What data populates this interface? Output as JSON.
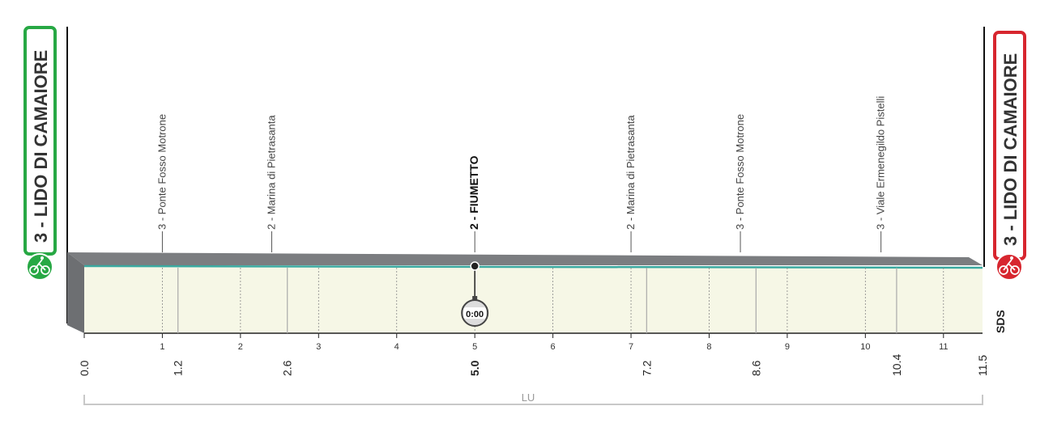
{
  "start": {
    "label": "3 - LIDO DI CAMAIORE",
    "color": "#27a844",
    "icon": "cyclist-green-icon"
  },
  "finish": {
    "label": "3 - LIDO DI CAMAIORE",
    "color": "#d7262f",
    "icon": "cyclist-red-icon"
  },
  "waypoints": [
    {
      "label": "3 - Ponte Fosso Motrone",
      "km": 1.0,
      "bold": false
    },
    {
      "label": "2 - Marina di Pietrasanta",
      "km": 2.4,
      "bold": false
    },
    {
      "label": "2 - FIUMETTO",
      "km": 5.0,
      "bold": true
    },
    {
      "label": "2 - Marina di Pietrasanta",
      "km": 7.0,
      "bold": false
    },
    {
      "label": "3 - Ponte Fosso Motrone",
      "km": 8.4,
      "bold": false
    },
    {
      "label": "3 - Viale Ermenegildo Pistelli",
      "km": 10.2,
      "bold": false
    }
  ],
  "checkpoint": {
    "km": 5.0,
    "label": "0:00",
    "icon": "stopwatch-icon"
  },
  "axis": {
    "km_ticks": [
      "0",
      "1",
      "2",
      "3",
      "4",
      "5",
      "6",
      "7",
      "8",
      "9",
      "10",
      "11"
    ],
    "distance_marks": [
      {
        "value": 0.0,
        "label": "0.0",
        "bold": false
      },
      {
        "value": 1.2,
        "label": "1.2",
        "bold": false
      },
      {
        "value": 2.6,
        "label": "2.6",
        "bold": false
      },
      {
        "value": 5.0,
        "label": "5.0",
        "bold": true
      },
      {
        "value": 7.2,
        "label": "7.2",
        "bold": false
      },
      {
        "value": 8.6,
        "label": "8.6",
        "bold": false
      },
      {
        "value": 10.4,
        "label": "10.4",
        "bold": false
      },
      {
        "value": 11.5,
        "label": "11.5",
        "bold": false
      }
    ],
    "total_km": 11.5,
    "segment_label": "LU"
  },
  "watermark": "SDS",
  "colors": {
    "profile_top": "#7b7d80",
    "profile_fill": "#f6f7e6",
    "route_line": "#3aa9a0",
    "front_face": "#6d6f72",
    "axis": "#222222",
    "bracket": "#c8c8c8"
  }
}
